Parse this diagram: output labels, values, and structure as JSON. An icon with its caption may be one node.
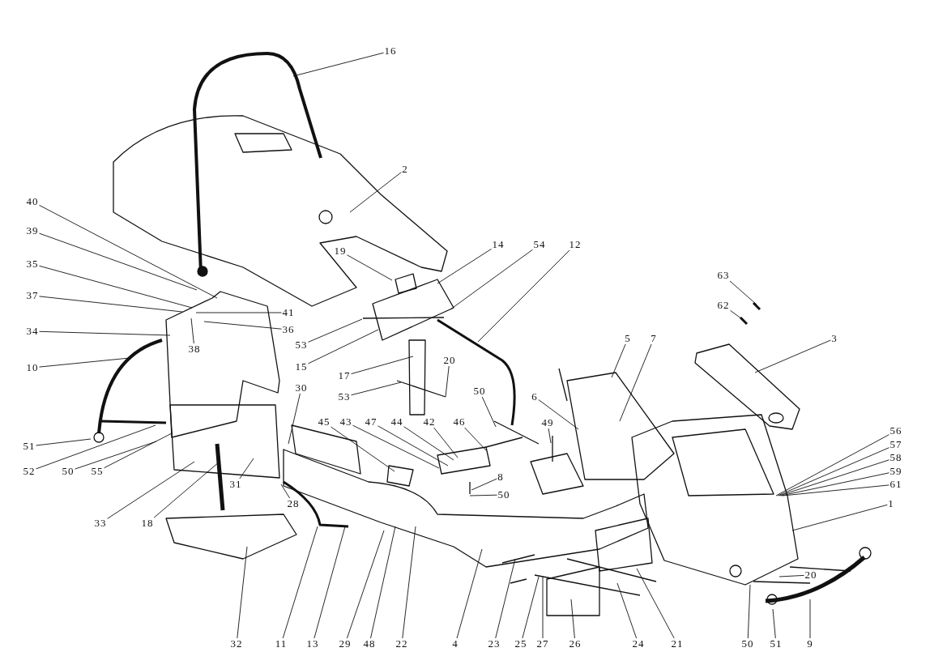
{
  "diagram": {
    "nodes": [
      {
        "text": [
          "16"
        ]
      },
      {
        "text": [
          "2"
        ]
      },
      {
        "text": [
          "40"
        ]
      },
      {
        "text": [
          "39"
        ]
      },
      {
        "text": [
          "35"
        ]
      },
      {
        "text": [
          "37"
        ]
      },
      {
        "text": [
          "41"
        ]
      },
      {
        "text": [
          "36"
        ]
      },
      {
        "text": [
          "38"
        ]
      },
      {
        "text": [
          "34"
        ]
      },
      {
        "text": [
          "10"
        ]
      },
      {
        "text": [
          "19"
        ]
      },
      {
        "text": [
          "14"
        ]
      },
      {
        "text": [
          "54"
        ]
      },
      {
        "text": [
          "12"
        ]
      },
      {
        "text": [
          "53"
        ]
      },
      {
        "text": [
          "15"
        ]
      },
      {
        "text": [
          "17"
        ]
      },
      {
        "text": [
          "20"
        ]
      },
      {
        "text": [
          "53"
        ]
      },
      {
        "text": [
          "30"
        ]
      },
      {
        "text": [
          "50"
        ]
      },
      {
        "text": [
          "49"
        ]
      },
      {
        "text": [
          "6"
        ]
      },
      {
        "text": [
          "5"
        ]
      },
      {
        "text": [
          "7"
        ]
      },
      {
        "text": [
          "3"
        ]
      },
      {
        "text": [
          "63"
        ]
      },
      {
        "text": [
          "62"
        ]
      },
      {
        "text": [
          "45"
        ]
      },
      {
        "text": [
          "43"
        ]
      },
      {
        "text": [
          "47"
        ]
      },
      {
        "text": [
          "44"
        ]
      },
      {
        "text": [
          "42"
        ]
      },
      {
        "text": [
          "46"
        ]
      },
      {
        "text": [
          "8"
        ]
      },
      {
        "text": [
          "50"
        ]
      },
      {
        "text": [
          "56"
        ]
      },
      {
        "text": [
          "57"
        ]
      },
      {
        "text": [
          "58"
        ]
      },
      {
        "text": [
          "59"
        ]
      },
      {
        "text": [
          "61"
        ]
      },
      {
        "text": [
          "1"
        ]
      },
      {
        "text": [
          "51"
        ]
      },
      {
        "text": [
          "52"
        ]
      },
      {
        "text": [
          "50"
        ]
      },
      {
        "text": [
          "55"
        ]
      },
      {
        "text": [
          "33"
        ]
      },
      {
        "text": [
          "18"
        ]
      },
      {
        "text": [
          "31"
        ]
      },
      {
        "text": [
          "28"
        ]
      },
      {
        "text": [
          "32"
        ]
      },
      {
        "text": [
          "11"
        ]
      },
      {
        "text": [
          "13"
        ]
      },
      {
        "text": [
          "29"
        ]
      },
      {
        "text": [
          "48"
        ]
      },
      {
        "text": [
          "22"
        ]
      },
      {
        "text": [
          "4"
        ]
      },
      {
        "text": [
          "23"
        ]
      },
      {
        "text": [
          "25"
        ]
      },
      {
        "text": [
          "27"
        ]
      },
      {
        "text": [
          "26"
        ]
      },
      {
        "text": [
          "24"
        ]
      },
      {
        "text": [
          "21"
        ]
      },
      {
        "text": [
          "20"
        ]
      },
      {
        "text": [
          "50"
        ]
      },
      {
        "text": [
          "51"
        ]
      },
      {
        "text": [
          "9"
        ]
      }
    ],
    "edges": [
      {
        "from": 0,
        "to": null,
        "arrow": "none"
      },
      {
        "from": 1,
        "to": null,
        "arrow": "none"
      },
      {
        "from": 2,
        "to": null,
        "arrow": "none"
      },
      {
        "from": 3,
        "to": null,
        "arrow": "none"
      },
      {
        "from": 4,
        "to": null,
        "arrow": "none"
      },
      {
        "from": 5,
        "to": null,
        "arrow": "none"
      },
      {
        "from": 6,
        "to": null,
        "arrow": "none"
      },
      {
        "from": 7,
        "to": null,
        "arrow": "none"
      },
      {
        "from": 8,
        "to": null,
        "arrow": "none"
      },
      {
        "from": 9,
        "to": null,
        "arrow": "none"
      },
      {
        "from": 10,
        "to": null,
        "arrow": "none"
      },
      {
        "from": 11,
        "to": null,
        "arrow": "none"
      },
      {
        "from": 12,
        "to": null,
        "arrow": "none"
      },
      {
        "from": 13,
        "to": null,
        "arrow": "none"
      },
      {
        "from": 14,
        "to": null,
        "arrow": "none"
      },
      {
        "from": 15,
        "to": null,
        "arrow": "none"
      },
      {
        "from": 16,
        "to": null,
        "arrow": "none"
      },
      {
        "from": 17,
        "to": null,
        "arrow": "none"
      },
      {
        "from": 18,
        "to": null,
        "arrow": "none"
      },
      {
        "from": 19,
        "to": null,
        "arrow": "none"
      },
      {
        "from": 20,
        "to": null,
        "arrow": "none"
      },
      {
        "from": 21,
        "to": null,
        "arrow": "none"
      },
      {
        "from": 22,
        "to": null,
        "arrow": "none"
      },
      {
        "from": 23,
        "to": null,
        "arrow": "none"
      },
      {
        "from": 24,
        "to": null,
        "arrow": "none"
      },
      {
        "from": 25,
        "to": null,
        "arrow": "none"
      },
      {
        "from": 26,
        "to": null,
        "arrow": "none"
      },
      {
        "from": 27,
        "to": null,
        "arrow": "none"
      },
      {
        "from": 28,
        "to": null,
        "arrow": "none"
      },
      {
        "from": 29,
        "to": null,
        "arrow": "none"
      },
      {
        "from": 30,
        "to": null,
        "arrow": "none"
      },
      {
        "from": 31,
        "to": null,
        "arrow": "none"
      },
      {
        "from": 32,
        "to": null,
        "arrow": "none"
      },
      {
        "from": 33,
        "to": null,
        "arrow": "none"
      },
      {
        "from": 34,
        "to": null,
        "arrow": "none"
      },
      {
        "from": 35,
        "to": null,
        "arrow": "none"
      },
      {
        "from": 36,
        "to": null,
        "arrow": "none"
      },
      {
        "from": 37,
        "to": null,
        "arrow": "none"
      },
      {
        "from": 38,
        "to": null,
        "arrow": "none"
      },
      {
        "from": 39,
        "to": null,
        "arrow": "none"
      },
      {
        "from": 40,
        "to": null,
        "arrow": "none"
      },
      {
        "from": 41,
        "to": null,
        "arrow": "none"
      },
      {
        "from": 42,
        "to": null,
        "arrow": "none"
      },
      {
        "from": 43,
        "to": null,
        "arrow": "none"
      },
      {
        "from": 44,
        "to": null,
        "arrow": "none"
      },
      {
        "from": 45,
        "to": null,
        "arrow": "none"
      },
      {
        "from": 46,
        "to": null,
        "arrow": "none"
      },
      {
        "from": 47,
        "to": null,
        "arrow": "none"
      },
      {
        "from": 48,
        "to": null,
        "arrow": "none"
      },
      {
        "from": 49,
        "to": null,
        "arrow": "none"
      },
      {
        "from": 50,
        "to": null,
        "arrow": "none"
      },
      {
        "from": 51,
        "to": null,
        "arrow": "none"
      },
      {
        "from": 52,
        "to": null,
        "arrow": "none"
      },
      {
        "from": 53,
        "to": null,
        "arrow": "none"
      },
      {
        "from": 54,
        "to": null,
        "arrow": "none"
      },
      {
        "from": 55,
        "to": null,
        "arrow": "none"
      },
      {
        "from": 56,
        "to": null,
        "arrow": "none"
      },
      {
        "from": 57,
        "to": null,
        "arrow": "none"
      },
      {
        "from": 58,
        "to": null,
        "arrow": "none"
      },
      {
        "from": 59,
        "to": null,
        "arrow": "none"
      },
      {
        "from": 60,
        "to": null,
        "arrow": "none"
      },
      {
        "from": 61,
        "to": null,
        "arrow": "none"
      },
      {
        "from": 62,
        "to": null,
        "arrow": "none"
      },
      {
        "from": 63,
        "to": null,
        "arrow": "none"
      },
      {
        "from": 64,
        "to": null,
        "arrow": "none"
      },
      {
        "from": 65,
        "to": null,
        "arrow": "none"
      },
      {
        "from": 66,
        "to": null,
        "arrow": "none"
      },
      {
        "from": 67,
        "to": null,
        "arrow": "none"
      }
    ]
  }
}
